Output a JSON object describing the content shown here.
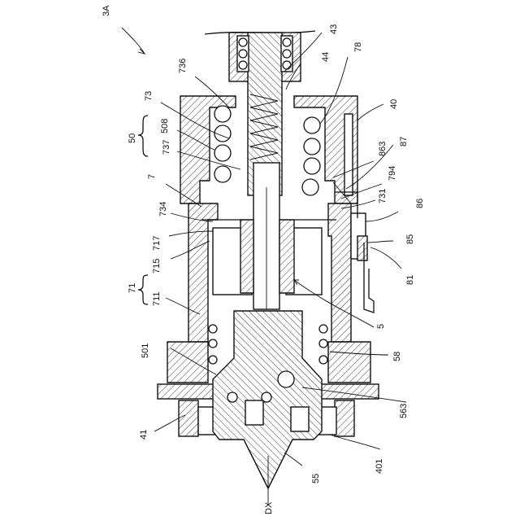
{
  "figure": {
    "labels": {
      "l3A": "3A",
      "l43": "43",
      "l44": "44",
      "l78": "78",
      "l736": "736",
      "l73": "73",
      "l40": "40",
      "l508": "508",
      "l50": "50",
      "l737": "737",
      "l863": "863",
      "l87": "87",
      "l7": "7",
      "l794": "794",
      "l731": "731",
      "l734": "734",
      "l86": "86",
      "l717": "717",
      "l85": "85",
      "l715": "715",
      "l81": "81",
      "l71": "71",
      "l711": "711",
      "l5": "5",
      "l501": "501",
      "l58": "58",
      "l41": "41",
      "l563": "563",
      "l401": "401",
      "l55": "55",
      "lDX": "DX"
    }
  }
}
